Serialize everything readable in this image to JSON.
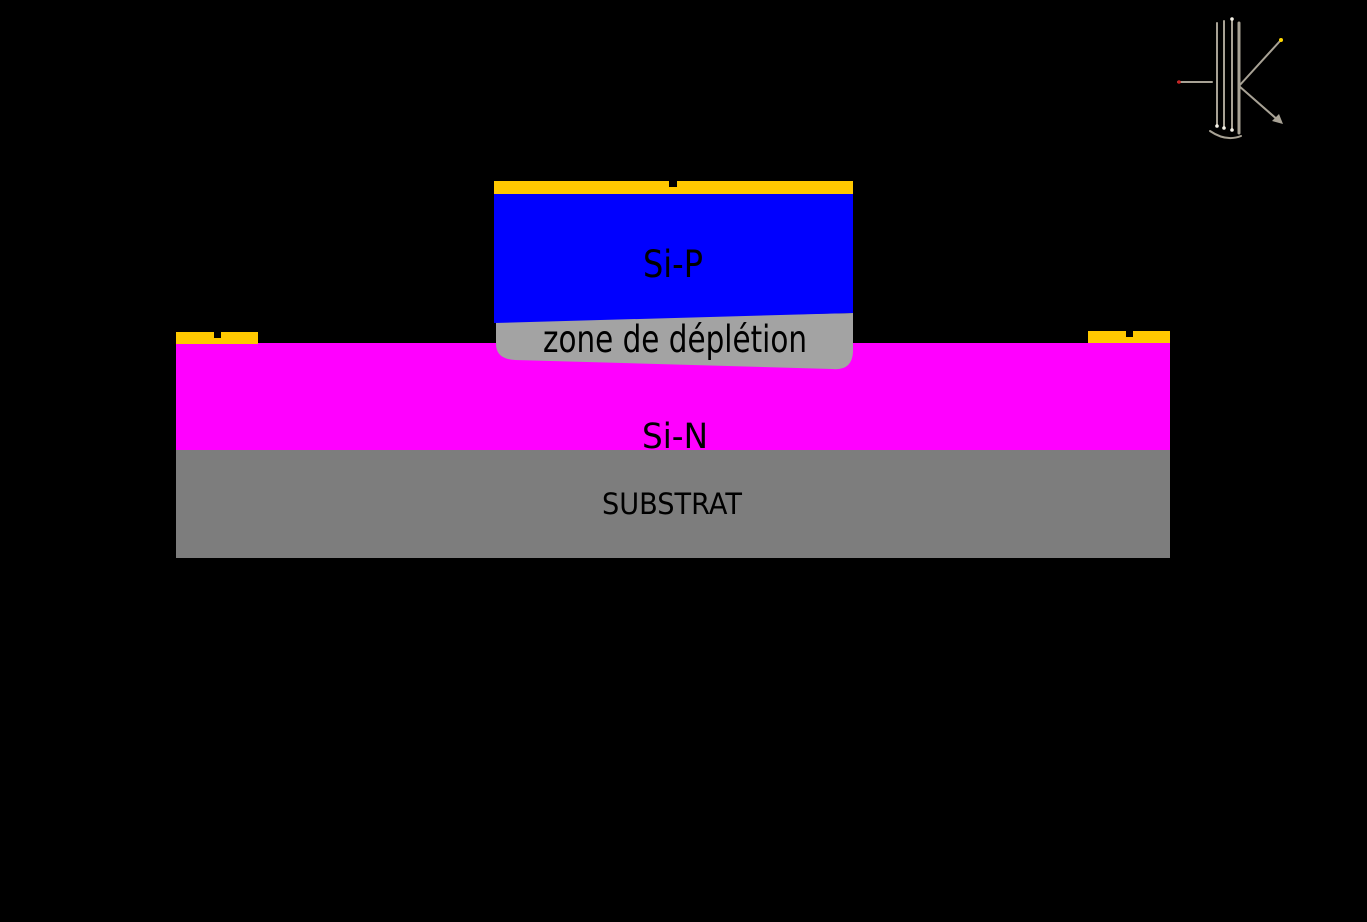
{
  "diagram": {
    "background_color": "#000000",
    "regions": {
      "si_p": {
        "label": "Si-P",
        "color": "#0000FF"
      },
      "depletion": {
        "label": "zone de déplétion",
        "color": "#A3A3A3"
      },
      "si_n": {
        "label": "Si-N",
        "color": "#FF00FF"
      },
      "substrate": {
        "label": "SUBSTRAT",
        "color": "#7D7D7D"
      }
    },
    "contacts": {
      "color": "#FFC800",
      "lead_mark_color": "#000000"
    },
    "label_color": "#000000",
    "corner_glyph": {
      "name": "k-arrow-glyph",
      "line_color": "#A8A295",
      "red_dot_color": "#CC2222",
      "yellow_dot_color": "#FFD700",
      "white_dot_color": "#F5F2E8"
    }
  }
}
